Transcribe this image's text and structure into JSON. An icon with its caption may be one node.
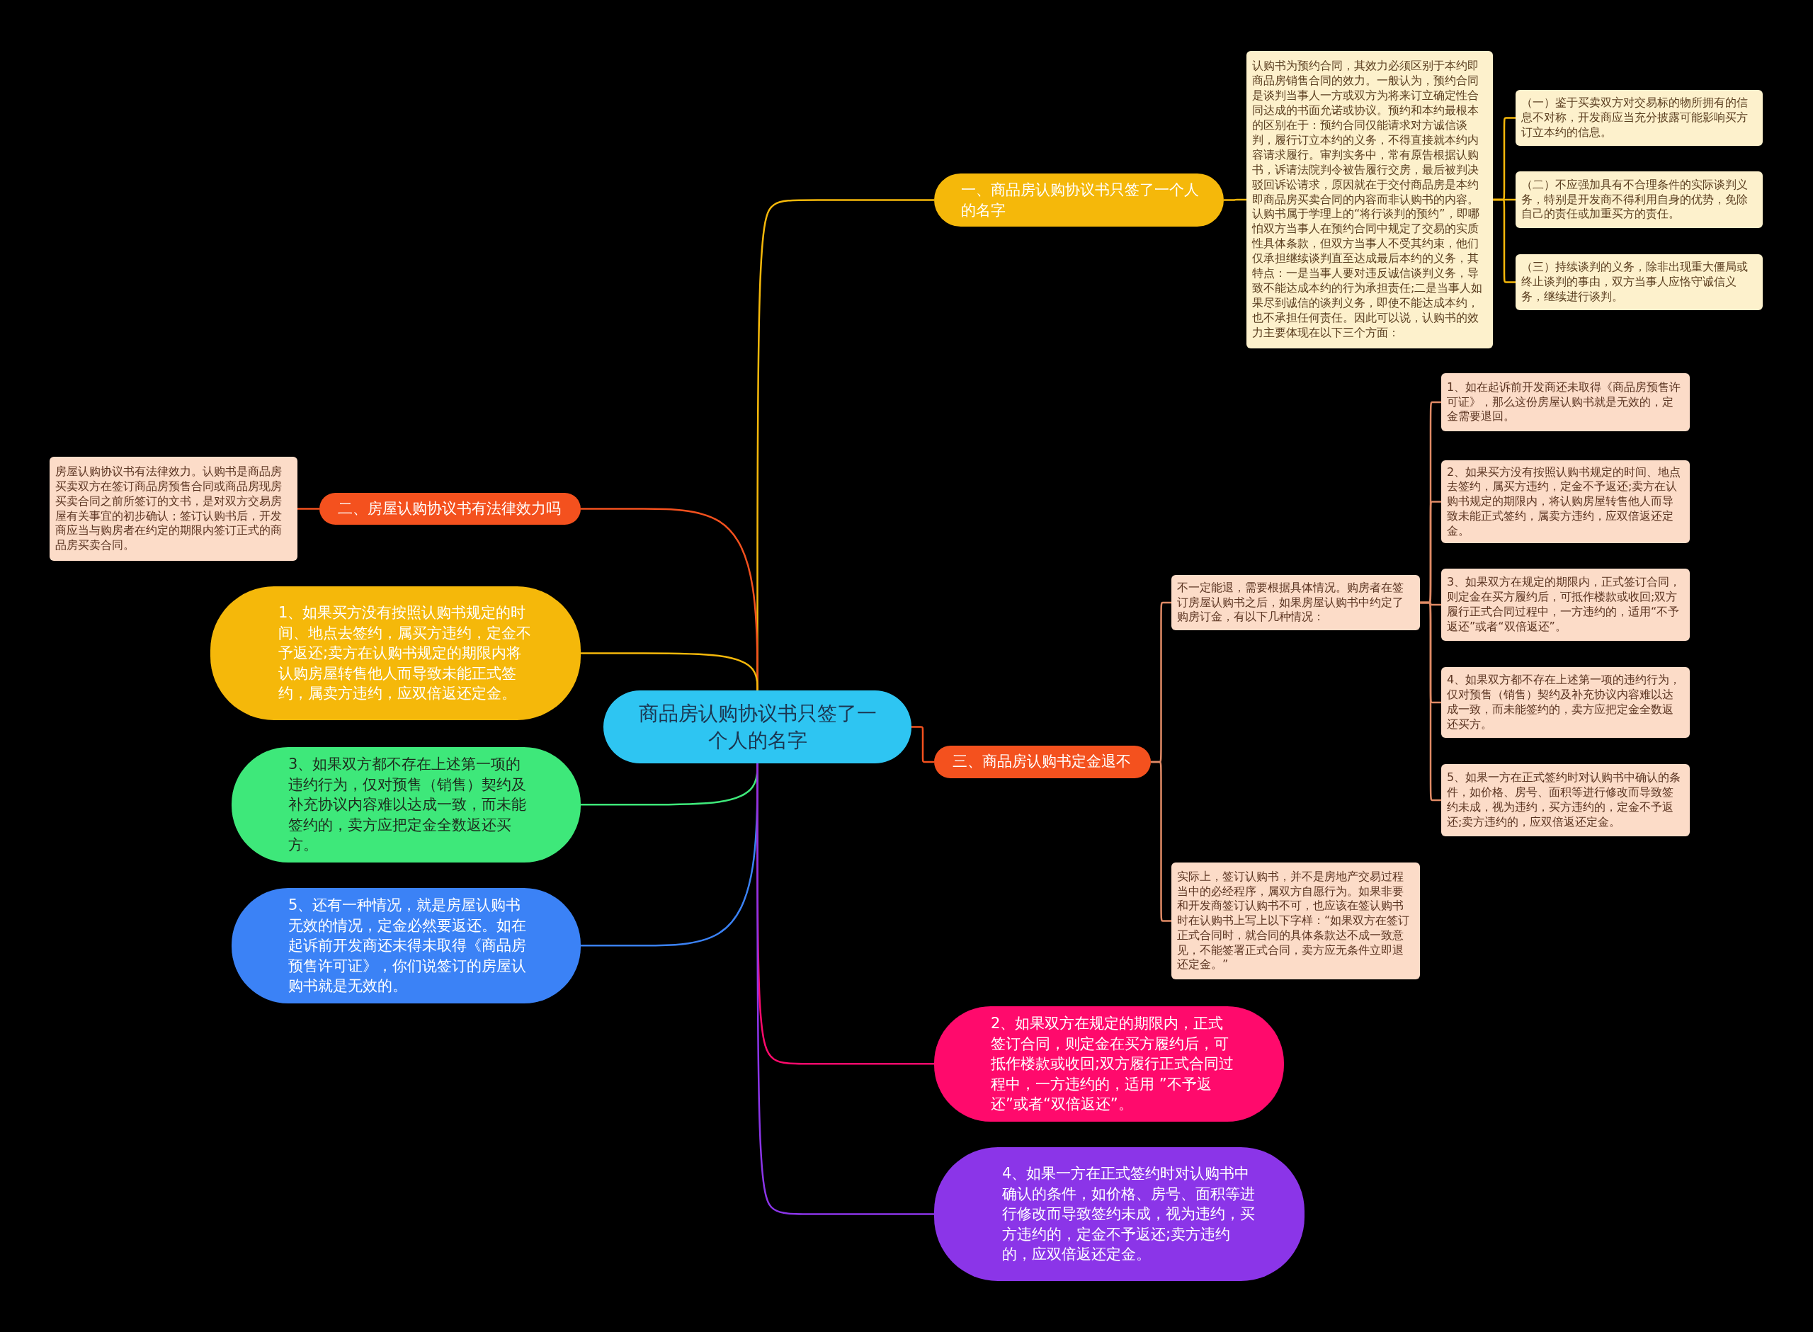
{
  "diagram": {
    "nodes": [
      {
        "text": [
          "商品房认购协议书只签了一个人的名字"
        ]
      },
      {
        "text": [
          "一、商品房认购协议书只签了一个人的名字"
        ]
      },
      {
        "text": [
          "认购书为预约合同，其效力必须区别于本约即商品房销售合同的效力。一般认为，预约合同是谈判当事人一方或双方为将来订立确定性合同达成的书面允诺或协议。预约和本约最根本的区别在于：预约合同仅能请求对方诚信谈判，履行订立本约的义务，不得直接就本约内容请求履行。审判实务中，常有原告根据认购书，诉请法院判令被告履行交房，最后被判决驳回诉讼请求，原因就在于交付商品房是本约即商品房买卖合同的内容而非认购书的内容。认购书属于学理上的“将行谈判的预约”，即哪怕双方当事人在预约合同中规定了交易的实质性具体条款，但双方当事人不受其约束，他们仅承担继续谈判直至达成最后本约的义务，其特点：一是当事人要对违反诚信谈判义务，导致不能达成本约的行为承担责任;二是当事人如果尽到诚信的谈判义务，即使不能达成本约，也不承担任何责任。因此可以说，认购书的效力主要体现在以下三个方面："
        ]
      },
      {
        "text": [
          "（一）鉴于买卖双方对交易标的物所拥有的信息不对称，开发商应当充分披露可能影响买方订立本约的信息。"
        ]
      },
      {
        "text": [
          "（二）不应强加具有不合理条件的实际谈判义务，特别是开发商不得利用自身的优势，免除自己的责任或加重买方的责任。"
        ]
      },
      {
        "text": [
          "（三）持续谈判的义务，除非出现重大僵局或终止谈判的事由，双方当事人应恪守诚信义务，继续进行谈判。"
        ]
      },
      {
        "text": [
          "二、房屋认购协议书有法律效力吗"
        ]
      },
      {
        "text": [
          "房屋认购协议书有法律效力。认购书是商品房买卖双方在签订商品房预售合同或商品房现房买卖合同之前所签订的文书，是对双方交易房屋有关事宜的初步确认；签订认购书后，开发商应当与购房者在约定的期限内签订正式的商品房买卖合同。"
        ]
      },
      {
        "text": [
          "1、如果买方没有按照认购书规定的时间、地点去签约，属买方违约，定金不予返还;卖方在认购书规定的期限内将认购房屋转售他人而导致未能正式签约，属卖方违约，应双倍返还定金。"
        ]
      },
      {
        "text": [
          "3、如果双方都不存在上述第一项的违约行为，仅对预售（销售）契约及补充协议内容难以达成一致，而未能签约的，卖方应把定金全数返还买方。"
        ]
      },
      {
        "text": [
          "5、还有一种情况，就是房屋认购书无效的情况，定金必然要返还。如在起诉前开发商还未得未取得《商品房预售许可证》，你们说签订的房屋认购书就是无效的。"
        ]
      },
      {
        "text": [
          "三、商品房认购书定金退不"
        ]
      },
      {
        "text": [
          "不一定能退，需要根据具体情况。购房者在签订房屋认购书之后，如果房屋认购书中约定了购房订金，有以下几种情况："
        ]
      },
      {
        "text": [
          "1、如在起诉前开发商还未取得《商品房预售许可证》，那么这份房屋认购书就是无效的，定金需要退回。"
        ]
      },
      {
        "text": [
          "2、如果买方没有按照认购书规定的时间、地点去签约，属买方违约，定金不予返还;卖方在认购书规定的期限内，将认购房屋转售他人而导致未能正式签约，属卖方违约，应双倍返还定金。"
        ]
      },
      {
        "text": [
          "3、如果双方在规定的期限内，正式签订合同，则定金在买方履约后，可抵作楼款或收回;双方履行正式合同过程中，一方违约的，适用“不予返还”或者“双倍返还”。"
        ]
      },
      {
        "text": [
          "4、如果双方都不存在上述第一项的违约行为，仅对预售（销售）契约及补充协议内容难以达成一致，而未能签约的，卖方应把定金全数返还买方。"
        ]
      },
      {
        "text": [
          "5、如果一方在正式签约时对认购书中确认的条件，如价格、房号、面积等进行修改而导致签约未成，视为违约，买方违约的，定金不予返还;卖方违约的，应双倍返还定金。"
        ]
      },
      {
        "text": [
          "实际上，签订认购书，并不是房地产交易过程当中的必经程序，属双方自愿行为。如果非要和开发商签订认购书不可，也应该在签认购书时在认购书上写上以下字样：“如果双方在签订正式合同时，就合同的具体条款达不成一致意见，不能签署正式合同，卖方应无条件立即退还定金。”"
        ]
      },
      {
        "text": [
          "2、如果双方在规定的期限内，正式签订合同，则定金在买方履约后，可抵作楼款或收回;双方履行正式合同过程中，一方违约的，适用 ”不予返还”或者“双倍返还”。"
        ]
      },
      {
        "text": [
          "4、如果一方在正式签约时对认购书中确认的条件，如价格、房号、面积等进行修改而导致签约未成，视为违约，买方违约的，定金不予返还;卖方违约的，应双倍返还定金。"
        ]
      }
    ],
    "edges": [
      {
        "from": 0,
        "to": 1,
        "arrow": "none",
        "color": "#f5b80a"
      },
      {
        "from": 1,
        "to": 2,
        "arrow": "none",
        "color": "#f5b80a"
      },
      {
        "from": 2,
        "to": 3,
        "arrow": "none",
        "color": "#f5b80a"
      },
      {
        "from": 2,
        "to": 4,
        "arrow": "none",
        "color": "#f5b80a"
      },
      {
        "from": 2,
        "to": 5,
        "arrow": "none",
        "color": "#f5b80a"
      },
      {
        "from": 0,
        "to": 6,
        "arrow": "none",
        "color": "#f4511e"
      },
      {
        "from": 6,
        "to": 7,
        "arrow": "none",
        "color": "#f4511e"
      },
      {
        "from": 0,
        "to": 8,
        "arrow": "none",
        "color": "#f5b80a"
      },
      {
        "from": 0,
        "to": 9,
        "arrow": "none",
        "color": "#3ee87a"
      },
      {
        "from": 0,
        "to": 10,
        "arrow": "none",
        "color": "#3b82f6"
      },
      {
        "from": 0,
        "to": 11,
        "arrow": "none",
        "color": "#f4511e"
      },
      {
        "from": 11,
        "to": 12,
        "arrow": "none",
        "color": "#e08a66"
      },
      {
        "from": 12,
        "to": 13,
        "arrow": "none",
        "color": "#e08a66"
      },
      {
        "from": 12,
        "to": 14,
        "arrow": "none",
        "color": "#e08a66"
      },
      {
        "from": 12,
        "to": 15,
        "arrow": "none",
        "color": "#e08a66"
      },
      {
        "from": 12,
        "to": 16,
        "arrow": "none",
        "color": "#e08a66"
      },
      {
        "from": 12,
        "to": 17,
        "arrow": "none",
        "color": "#e08a66"
      },
      {
        "from": 11,
        "to": 18,
        "arrow": "none",
        "color": "#e08a66"
      },
      {
        "from": 0,
        "to": 19,
        "arrow": "none",
        "color": "#ff0a6c"
      },
      {
        "from": 0,
        "to": 20,
        "arrow": "none",
        "color": "#8b35e8"
      }
    ]
  }
}
